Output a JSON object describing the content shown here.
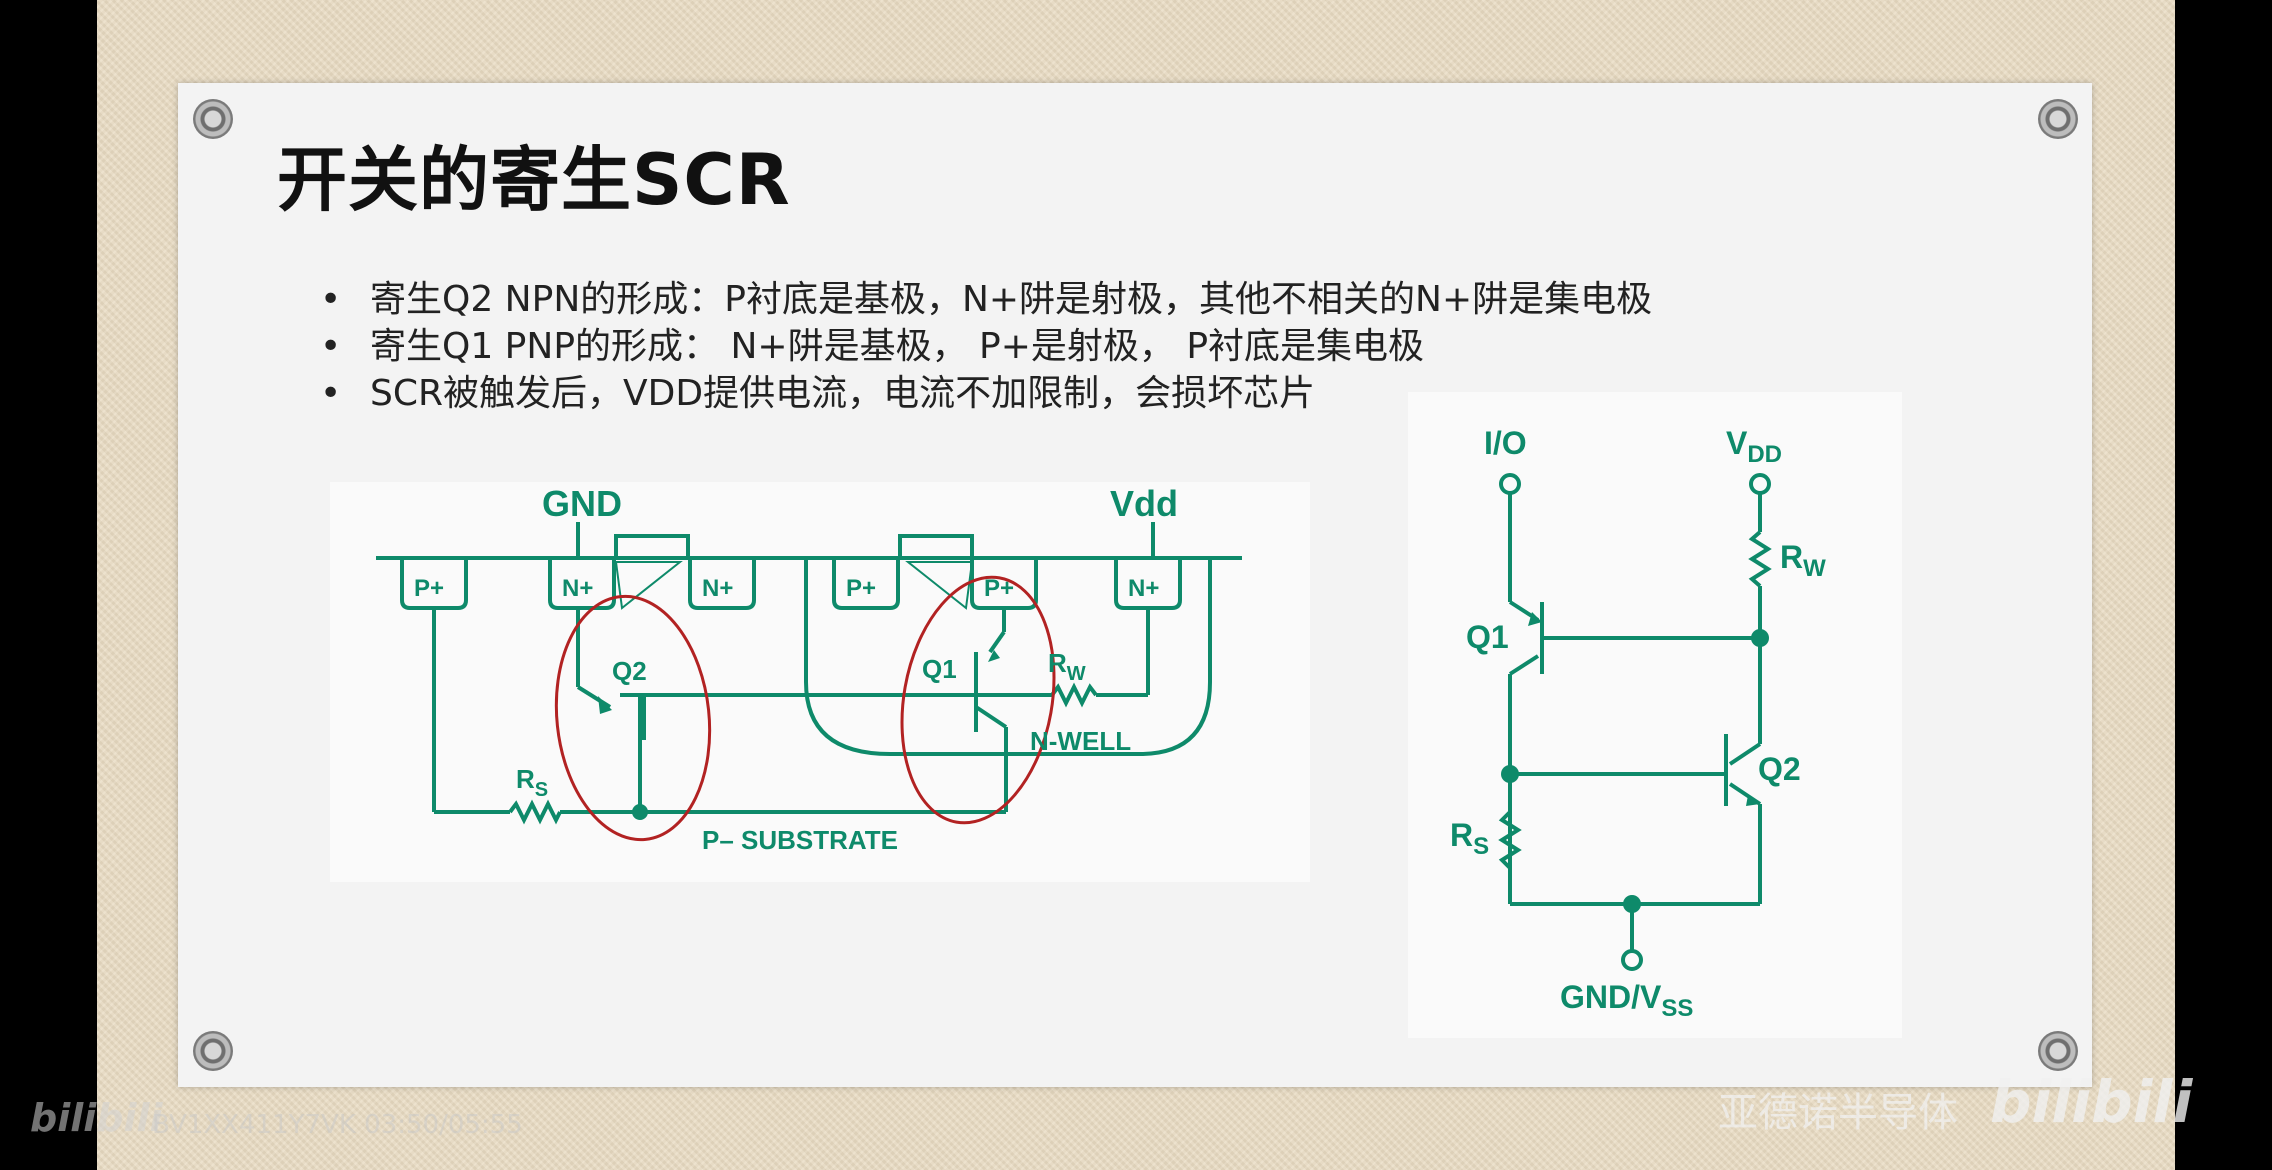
{
  "slide": {
    "title": "开关的寄生SCR",
    "bullets": [
      "寄生Q2 NPN的形成：P衬底是基极，N+阱是射极，其他不相关的N+阱是集电极",
      "寄生Q1 PNP的形成： N+阱是基极， P+是射极， P衬底是集电极",
      "SCR被触发后，VDD提供电流，电流不加限制，会损坏芯片"
    ]
  },
  "cross_section": {
    "gnd_label": "GND",
    "vdd_label": "Vdd",
    "diffusions": [
      "P+",
      "N+",
      "N+",
      "P+",
      "P+",
      "N+"
    ],
    "q2_label": "Q2",
    "q1_label": "Q1",
    "rs_label": "R",
    "rs_sub": "S",
    "rw_label": "R",
    "rw_sub": "W",
    "nwell_label": "N-WELL",
    "substrate_label": "P– SUBSTRATE"
  },
  "schematic": {
    "io_label": "I/O",
    "vdd_label": "V",
    "vdd_sub": "DD",
    "rw_label": "R",
    "rw_sub": "W",
    "q1_label": "Q1",
    "q2_label": "Q2",
    "rs_label": "R",
    "rs_sub": "S",
    "gnd_label": "GND/V",
    "gnd_sub": "SS"
  },
  "watermarks": {
    "left_logo": "bilibili",
    "video_info": "BV1XX411Y7VK  03:50/05:55",
    "channel": "亚德诺半导体",
    "right_logo": "bilibili"
  },
  "colors": {
    "circuit_green": "#0e8a6a",
    "highlight_red": "#b22222"
  }
}
